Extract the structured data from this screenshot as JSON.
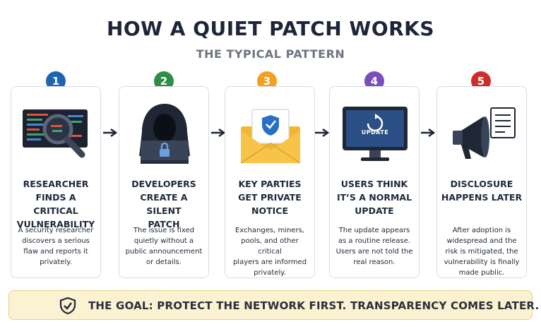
{
  "title": "HOW A QUIET PATCH WORKS",
  "subtitle": "THE TYPICAL PATTERN",
  "colors": {
    "step1": "#1f63b5",
    "step2": "#2f8d46",
    "step3": "#f0a11f",
    "step4": "#7b4cc0",
    "step5": "#cf2d2a",
    "banner_bg": "#fbf2d2",
    "banner_border": "#e6cf86"
  },
  "steps": [
    {
      "number": "1",
      "icon": "magnifier-code-icon",
      "title": "RESEARCHER\nFINDS A CRITICAL\nVULNERABILITY",
      "body": "A security researcher\ndiscovers a serious\nflaw and reports it\nprivately."
    },
    {
      "number": "2",
      "icon": "hooded-developer-icon",
      "title": "DEVELOPERS\nCREATE A SILENT\nPATCH",
      "body": "The issue is fixed\nquietly without a\npublic announcement\nor details."
    },
    {
      "number": "3",
      "icon": "envelope-shield-icon",
      "title": "KEY PARTIES\nGET PRIVATE\nNOTICE",
      "body": "Exchanges, miners,\npools, and other critical\nplayers are informed\nprivately."
    },
    {
      "number": "4",
      "icon": "monitor-update-icon",
      "screen_text": "UPDATE",
      "title": "USERS THINK\nIT’S A NORMAL\nUPDATE",
      "body": "The update appears\nas a routine release.\nUsers are not told the\nreal reason."
    },
    {
      "number": "5",
      "icon": "megaphone-document-icon",
      "title": "DISCLOSURE\nHAPPENS LATER",
      "body": "After adoption is\nwidespread and the\nrisk is mitigated, the\nvulnerability is finally\nmade public."
    }
  ],
  "goal": {
    "icon": "shield-check-icon",
    "text": "THE GOAL: PROTECT THE NETWORK FIRST. TRANSPARENCY COMES LATER."
  }
}
